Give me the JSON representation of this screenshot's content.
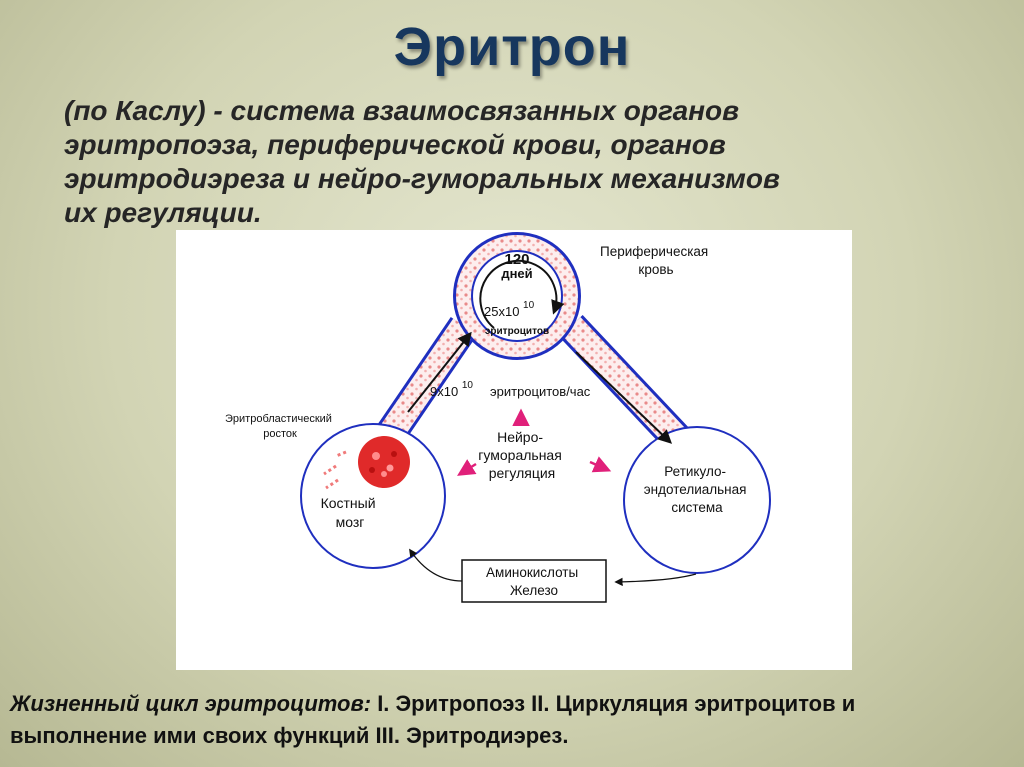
{
  "slide": {
    "title": "Эритрон",
    "definition": [
      "(по Каслу) - система взаимосвязанных органов",
      "эритропоэза, периферической крови, органов",
      "эритродиэреза и нейро-гуморальных механизмов",
      "их регуляции."
    ],
    "caption": {
      "lead": "Жизненный цикл эритроцитов:",
      "lines": [
        " I. Эритропоэз II. Циркуляция эритроцитов и",
        "выполнение  ими своих функций  III. Эритродиэрез."
      ]
    }
  },
  "diagram": {
    "peripheral_blood": [
      "Периферическая",
      "кровь"
    ],
    "cycle_days_number": "120",
    "cycle_days_unit": "дней",
    "pool_base": "25x10",
    "pool_exp": "10",
    "pool_unit": "эритроцитов",
    "rate_base": "9x10",
    "rate_exp": "10",
    "rate_unit": "эритроцитов/час",
    "erythroblastic": [
      "Эритробластический",
      "росток"
    ],
    "bone_marrow": [
      "Костный",
      "мозг"
    ],
    "regulation": [
      "Нейро-",
      "гуморальная",
      "регуляция"
    ],
    "res": [
      "Ретикуло-",
      "эндотелиальная",
      "система"
    ],
    "supply_box": [
      "Аминокислоты",
      "Железо"
    ]
  },
  "colors": {
    "title": "#17375e",
    "vessel_outline": "#1f2fbf",
    "cells": "#e04040",
    "regulation_arrows": "#e0207a"
  }
}
